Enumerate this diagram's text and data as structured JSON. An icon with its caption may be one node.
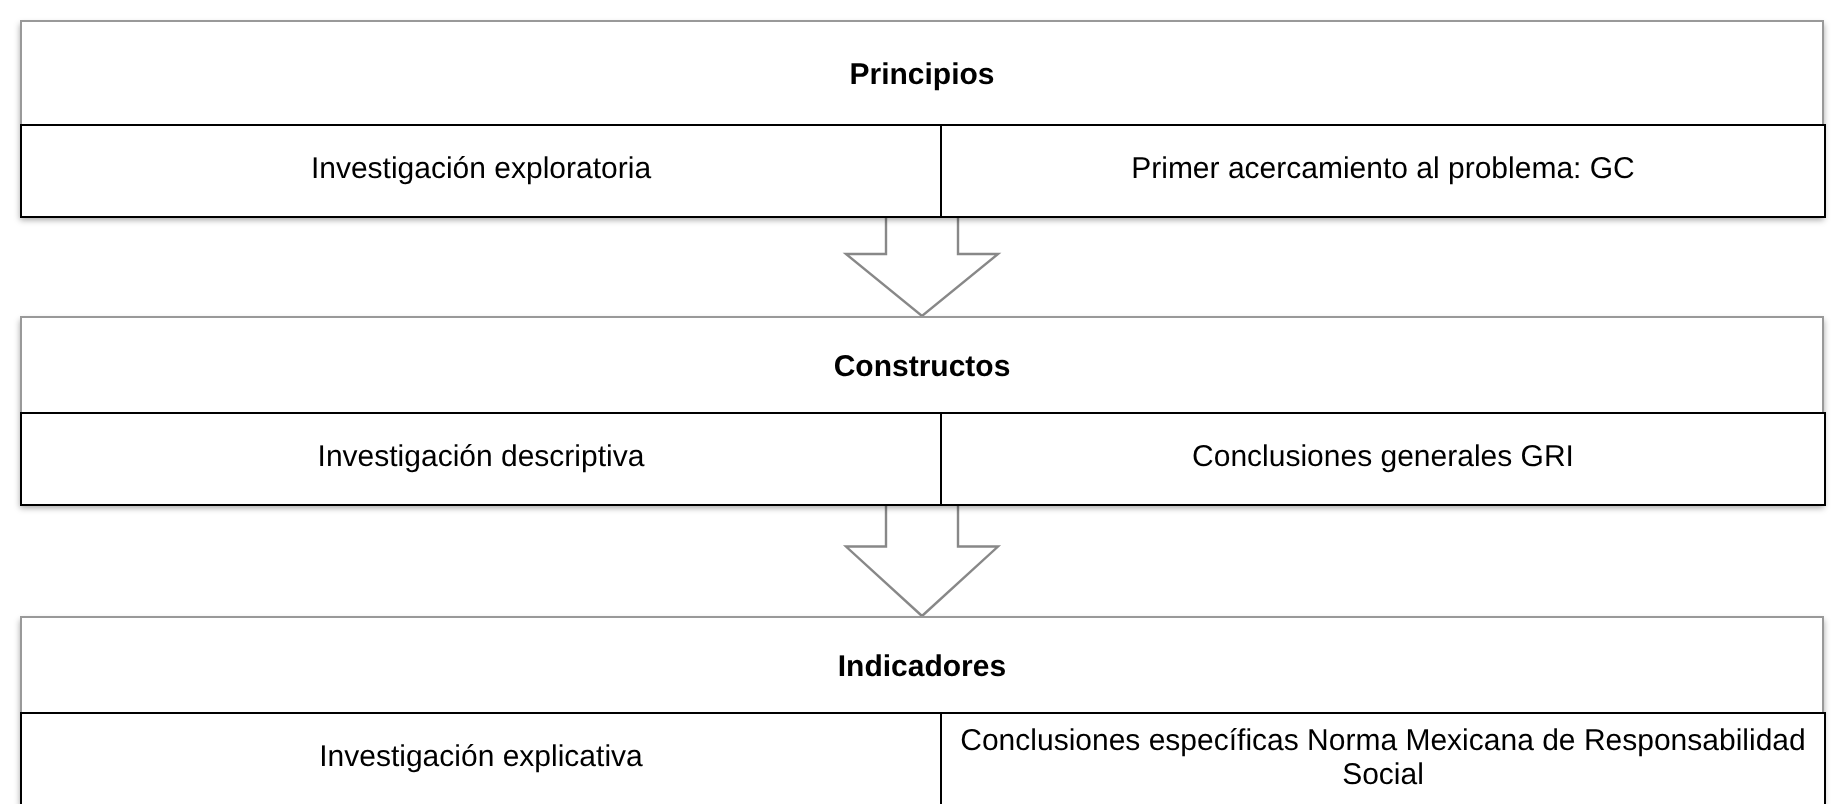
{
  "diagram": {
    "nodes": [
      {
        "text": [
          "Principios"
        ]
      },
      {
        "text": [
          "Investigación exploratoria"
        ],
        "in": 0
      },
      {
        "text": [
          "Primer acercamiento al problema: GC"
        ],
        "in": 0
      },
      {
        "text": [
          "Constructos"
        ]
      },
      {
        "text": [
          "Investigación descriptiva"
        ],
        "in": 3
      },
      {
        "text": [
          "Conclusiones generales GRI"
        ],
        "in": 3
      },
      {
        "text": [
          "Indicadores"
        ]
      },
      {
        "text": [
          "Investigación explicativa"
        ],
        "in": 6
      },
      {
        "text": [
          "Conclusiones específicas Norma Mexicana de Responsabilidad Social"
        ],
        "in": 6
      }
    ],
    "edges": [
      {
        "from": 0,
        "to": 3,
        "arrow": "to"
      },
      {
        "from": 3,
        "to": 6,
        "arrow": "to"
      }
    ]
  }
}
